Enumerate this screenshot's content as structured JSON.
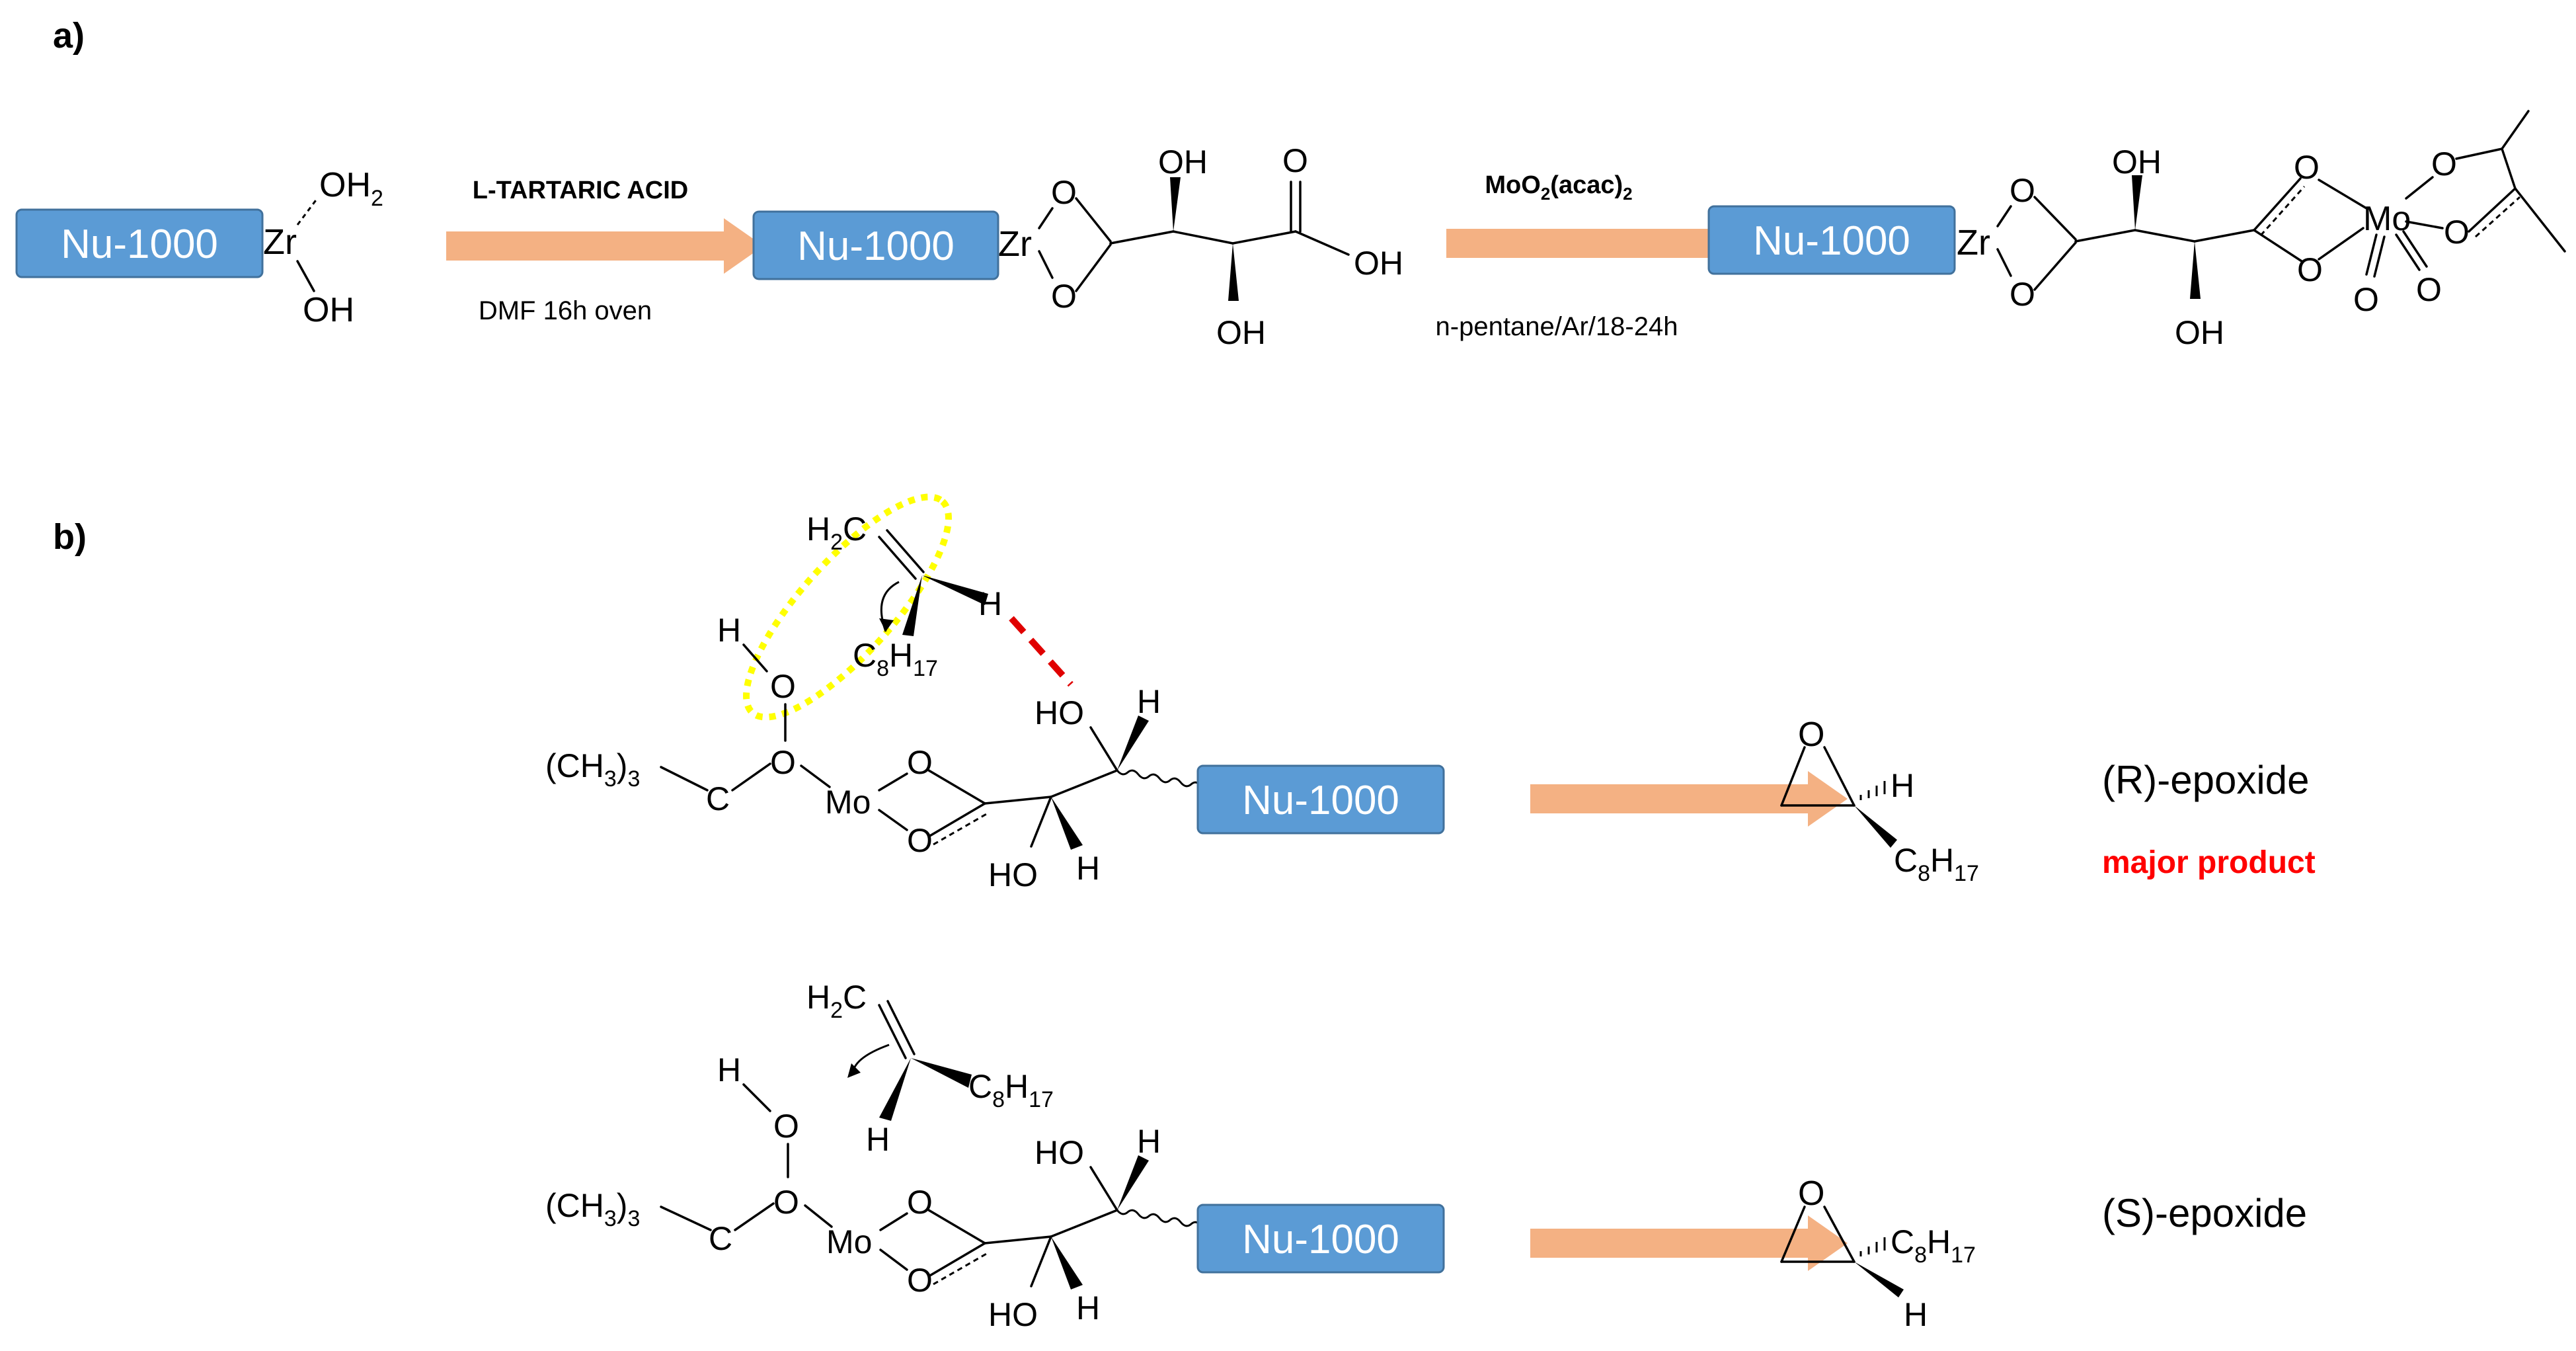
{
  "panel_labels": {
    "a": "a)",
    "b": "b)"
  },
  "framework": "Nu-1000",
  "colors": {
    "box_fill": "#5B9BD5",
    "box_stroke": "#41719C",
    "arrow": "#F4B183",
    "highlight_ellipse": "#FFFF00",
    "hbond": "#E00000",
    "major_text": "#FF0000"
  },
  "atoms": {
    "zr": "Zr",
    "oh": "OH",
    "ho": "HO",
    "o": "O",
    "mo": "Mo",
    "h": "H",
    "c": "C",
    "h2c_main": "H",
    "h2c_sub": "2",
    "h2c_tail": "C",
    "oh2_main": "OH",
    "oh2_sub": "2",
    "c8h17_c": "C",
    "c8h17_8": "8",
    "c8h17_h": "H",
    "c8h17_17": "17",
    "ch3_open": "(CH",
    "ch3_sub": "3",
    "ch3_close": ")",
    "ch3_sub2": "3"
  },
  "panel_a": {
    "step1_reagent": "L-TARTARIC ACID",
    "step1_conditions": "DMF 16h oven",
    "step2_reagent_main": "MoO",
    "step2_reagent_sub1": "2",
    "step2_reagent_mid": "(acac)",
    "step2_reagent_sub2": "2",
    "step2_conditions": "n-pentane/Ar/18-24h"
  },
  "panel_b": {
    "product_r": "(R)-epoxide",
    "major_label": "major product",
    "product_s": "(S)-epoxide"
  }
}
